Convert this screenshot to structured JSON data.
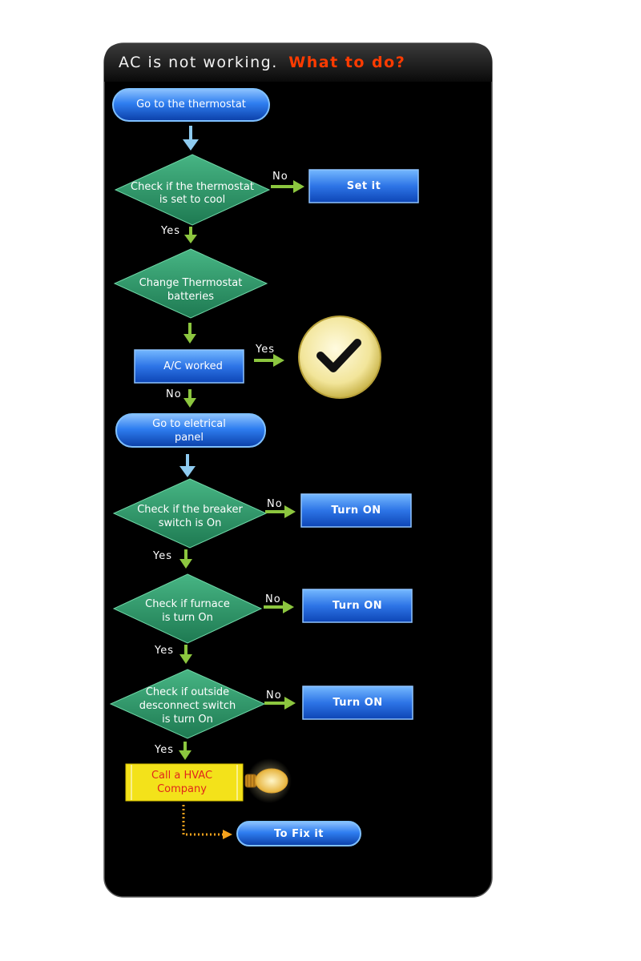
{
  "title": {
    "main": "AC is not working.",
    "accent": "What to do?"
  },
  "colors": {
    "panel": "#000000",
    "accent": "#ff3b00",
    "blue": "#2a6fe0",
    "green": "#2e9a6a",
    "arrow_green": "#8cc63f",
    "arrow_blue": "#8ecbf0",
    "hvac_box": "#f3e21a",
    "hvac_text": "#e0261b"
  },
  "nodes": {
    "start": "Go to the thermostat",
    "check_cool": [
      "Check if the thermostat",
      "is set to cool"
    ],
    "set_it": "Set it",
    "change_batteries": [
      "Change Thermostat",
      "batteries"
    ],
    "ac_worked": "A/C worked",
    "go_panel": [
      "Go to eletrical",
      "panel"
    ],
    "check_breaker": [
      "Check if the breaker",
      "switch is On"
    ],
    "turn_on_1": "Turn ON",
    "check_furnace": [
      "Check if  furnace",
      "is turn On"
    ],
    "turn_on_2": "Turn ON",
    "check_outside": [
      "Check if outside",
      "desconnect switch",
      "is turn On"
    ],
    "turn_on_3": "Turn ON",
    "call_hvac": [
      "Call a HVAC",
      "Company"
    ],
    "fix_it": "To Fix it"
  },
  "labels": {
    "no_1": "No",
    "yes_1": "Yes",
    "yes_2": "Yes",
    "no_2": "No",
    "no_3": "No",
    "yes_3": "Yes",
    "no_4": "No",
    "yes_4": "Yes",
    "no_5": "No",
    "yes_5": "Yes"
  },
  "icons": {
    "done": "checkmark-icon",
    "idea": "light-bulb-icon"
  }
}
